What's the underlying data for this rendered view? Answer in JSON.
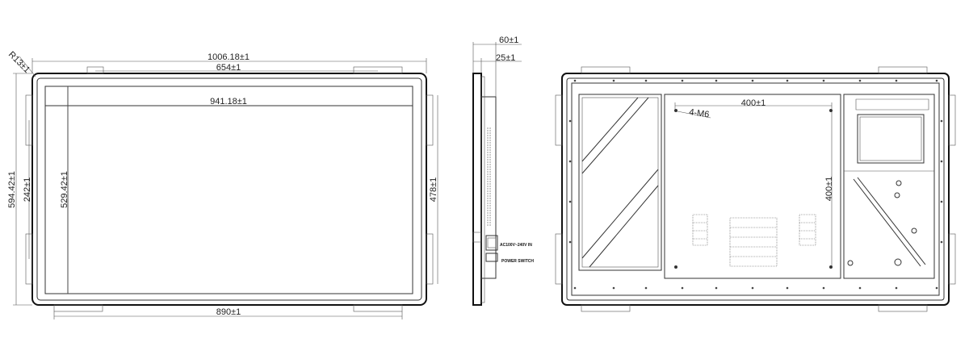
{
  "front_view": {
    "corner_radius": "R13±1",
    "outer_width": "1006.18±1",
    "bracket_spacing_top": "654±1",
    "active_width": "941.18±1",
    "outer_height": "594.42±1",
    "bracket_spacing_left": "242±1",
    "active_height": "529.42±1",
    "bracket_spacing_right": "478±1",
    "bracket_spacing_bottom": "890±1"
  },
  "side_view": {
    "total_depth": "60±1",
    "bezel_depth": "25±1",
    "power_label": "AC100V~240V IN",
    "switch_label": "POWER SWITCH"
  },
  "rear_view": {
    "vesa_width": "400±1",
    "vesa_height": "400±1",
    "mount_holes": "4-M6"
  }
}
